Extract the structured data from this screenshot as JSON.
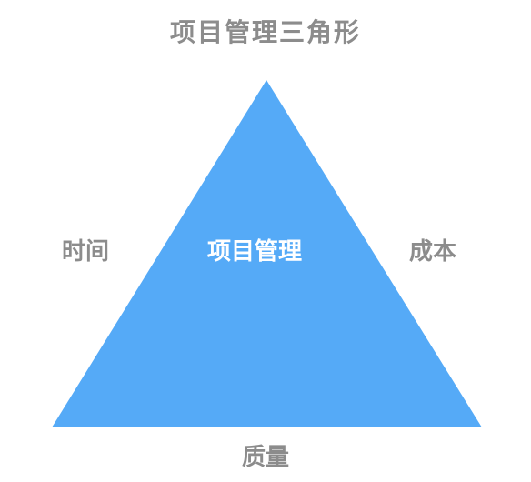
{
  "diagram": {
    "title": "项目管理三角形",
    "center": "项目管理",
    "left_side": "时间",
    "right_side": "成本",
    "bottom_side": "质量"
  },
  "colors": {
    "triangle_fill": "#55aaf7",
    "label_gray": "#8c8c8c",
    "center_text": "#ffffff"
  }
}
